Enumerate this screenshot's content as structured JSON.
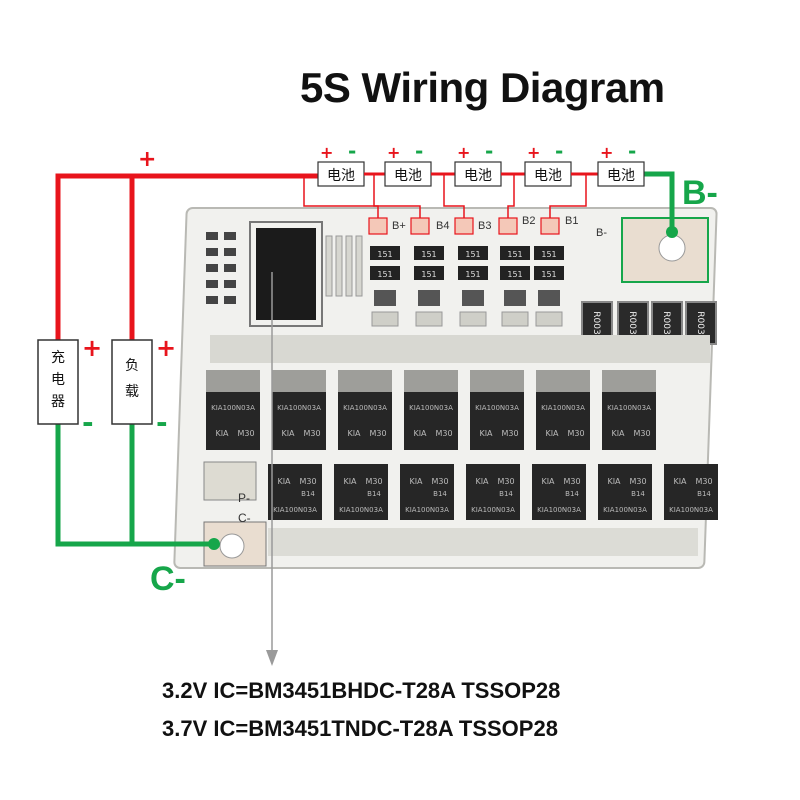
{
  "title": "5S Wiring Diagram",
  "labels": {
    "b_minus": "B-",
    "c_minus": "C-",
    "plus": "+",
    "minus": "-"
  },
  "battery_label": "电池",
  "charger_label": [
    "充",
    "电",
    "器"
  ],
  "load_label": [
    "负",
    "载"
  ],
  "board": {
    "pins": [
      "B+",
      "B4",
      "B3",
      "B2",
      "B1",
      "B-",
      "P-",
      "C-"
    ],
    "resistor_code": "151",
    "shunt_code": "R003",
    "mosfet_top_code": "KIA100N03A",
    "mosfet_top_mark": "M30",
    "mosfet_brand": "KIA",
    "mosfet_bottom_code": "KIA100N03A",
    "mosfet_bottom_mark": "M30",
    "mosfet_bottom_sub": "B14"
  },
  "ic_notes": [
    "3.2V IC=BM3451BHDC-T28A TSSOP28",
    "3.7V IC=BM3451TNDC-T28A TSSOP28"
  ],
  "colors": {
    "positive_wire": "#e8141c",
    "negative_wire": "#16a64a",
    "pointer": "#9a9a9a"
  }
}
